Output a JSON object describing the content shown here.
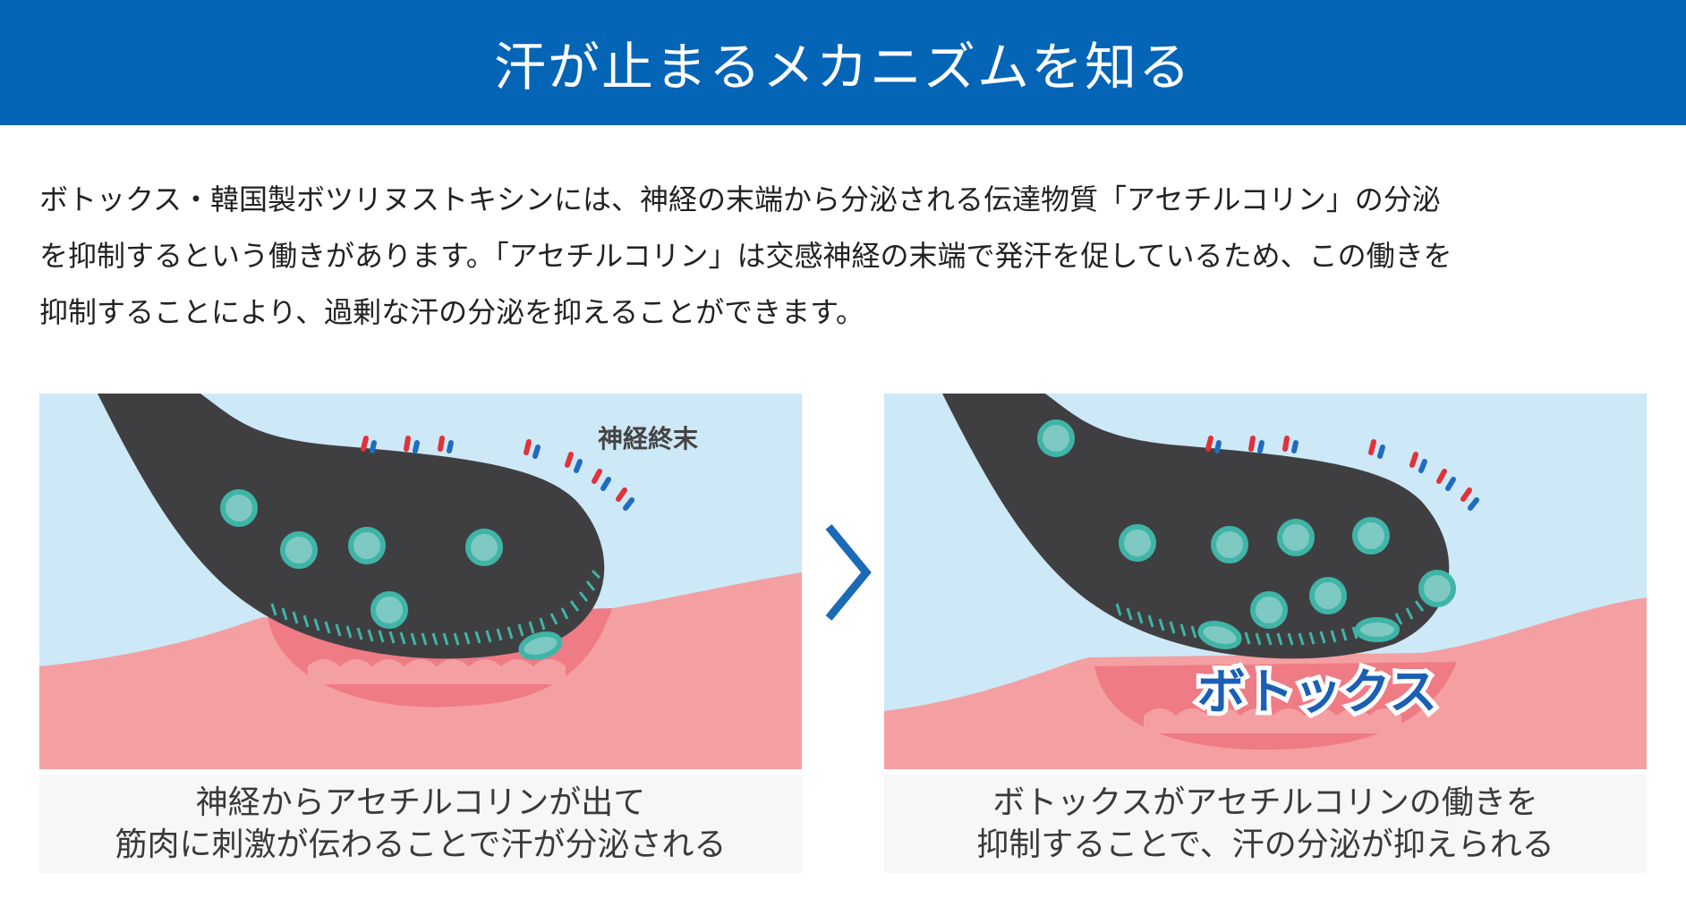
{
  "header": {
    "title": "汗が止まるメカニズムを知る"
  },
  "intro": {
    "lines": [
      "ボトックス・韓国製ボツリヌストキシンには、神経の末端から分泌される伝達物質「アセチルコリン」の分泌",
      "を抑制するという働きがあります。「アセチルコリン」は交感神経の末端で発汗を促しているため、この働きを",
      "抑制することにより、過剰な汗の分泌を抑えることができます。"
    ]
  },
  "diagram": {
    "left": {
      "label": "神経終末",
      "caption_line1": "神経からアセチルコリンが出て",
      "caption_line2": "筋肉に刺激が伝わることで汗が分泌される"
    },
    "right": {
      "label": "ボトックス",
      "caption_line1": "ボトックスがアセチルコリンの働きを",
      "caption_line2": "抑制することで、汗の分泌が抑えられる"
    },
    "colors": {
      "header_bg": "#0465b6",
      "nerve": "#3f3f41",
      "vesicle": "#3fb5a8",
      "muscle_outer": "#f4a0a3",
      "muscle_inner": "#ef7b85",
      "background": "#cde8f6",
      "botox_text": "#1a5fb5",
      "arrow": "#1a6ab8"
    }
  }
}
